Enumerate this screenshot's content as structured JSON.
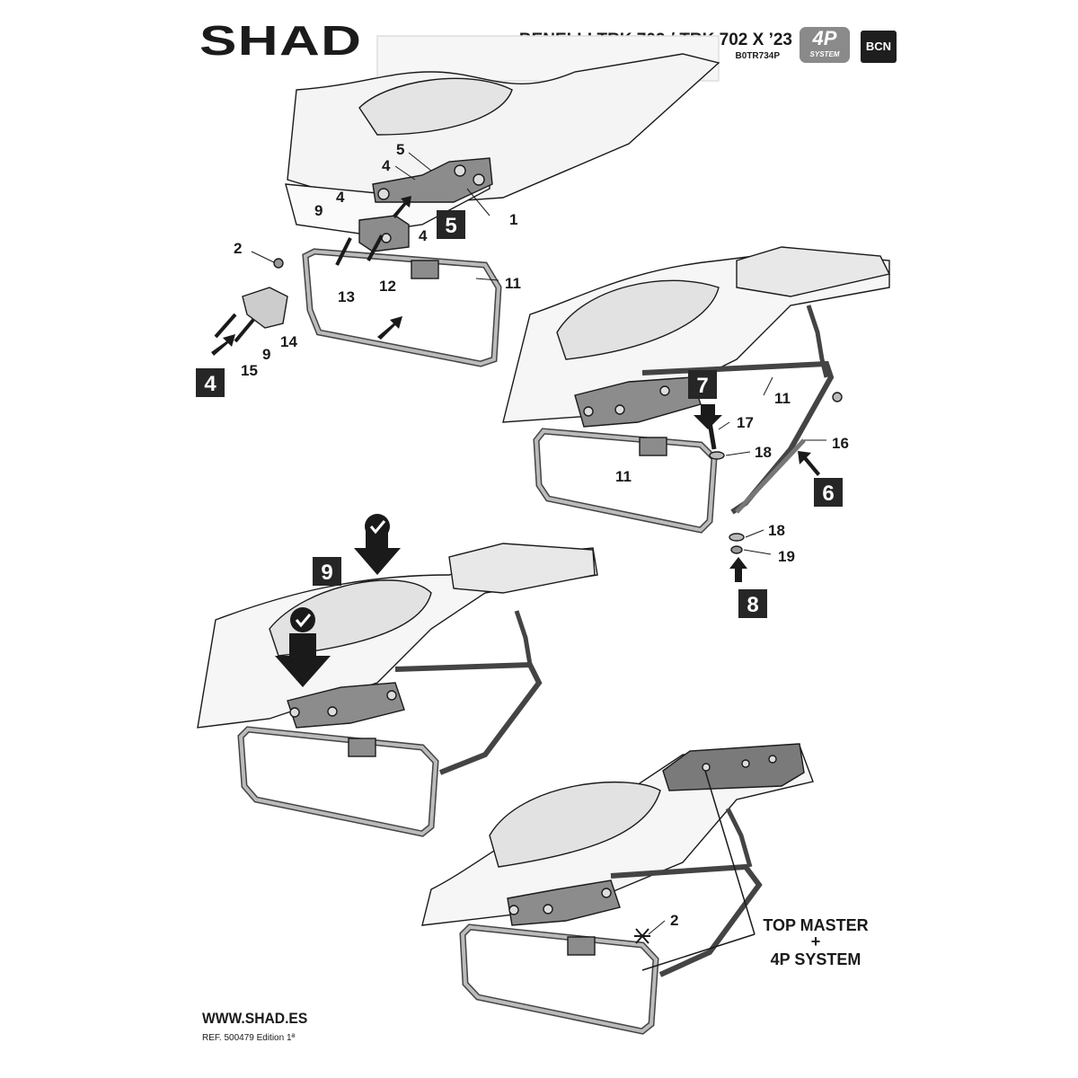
{
  "header": {
    "brand": "SHAD",
    "model": "BENELLI TRK 702 / TRK 702 X ’23",
    "ref_code": "B0TR734P",
    "system_badge": {
      "main": "4P",
      "sub": "SYSTEM"
    },
    "location_badge": "BCN"
  },
  "steps": [
    "4",
    "5",
    "6",
    "7",
    "8",
    "9"
  ],
  "part_labels": {
    "p1": "1",
    "p2a": "2",
    "p4a": "4",
    "p4b": "4",
    "p4c": "4",
    "p5": "5",
    "p9a": "9",
    "p9b": "9",
    "p11a": "11",
    "p11b": "11",
    "p11c": "11",
    "p12": "12",
    "p13": "13",
    "p14": "14",
    "p15": "15",
    "p16": "16",
    "p17": "17",
    "p18a": "18",
    "p18b": "18",
    "p19": "19",
    "p2b": "2"
  },
  "callout": {
    "line1": "TOP MASTER",
    "line2": "+",
    "line3": "4P SYSTEM"
  },
  "footer": {
    "website": "WWW.SHAD.ES",
    "reference": "REF. 500479 Edition 1ª"
  },
  "colors": {
    "ink": "#1a1a1a",
    "step_box": "#262626",
    "badge_grey": "#8a8a8a",
    "bracket": "#8c8c8c"
  }
}
